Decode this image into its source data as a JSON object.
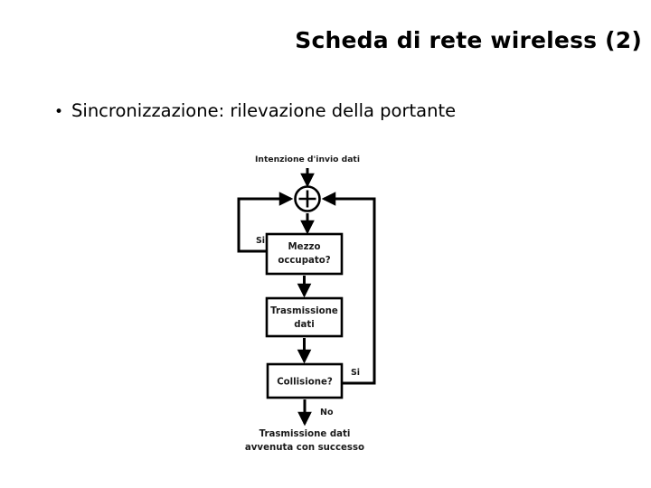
{
  "slide": {
    "title": "Scheda di rete wireless (2)",
    "bullet_marker": "•",
    "bullet_text": "Sincronizzazione: rilevazione della portante"
  },
  "flowchart": {
    "start_label": "Intenzione d'invio dati",
    "junction_symbol": "+",
    "nodes": [
      {
        "id": "mezzo",
        "line1": "Mezzo",
        "line2": "occupato?"
      },
      {
        "id": "trasmissione",
        "line1": "Trasmissione",
        "line2": "dati"
      },
      {
        "id": "collisione",
        "line1": "Collisione?",
        "line2": ""
      }
    ],
    "branches": {
      "mezzo_yes": "Si",
      "collisione_yes": "Si",
      "collisione_no": "No"
    },
    "end_label_line1": "Trasmissione dati",
    "end_label_line2": "avvenuta con successo",
    "colors": {
      "line": "#000000",
      "box_fill": "#ffffff",
      "text": "#1a1a1a"
    }
  }
}
